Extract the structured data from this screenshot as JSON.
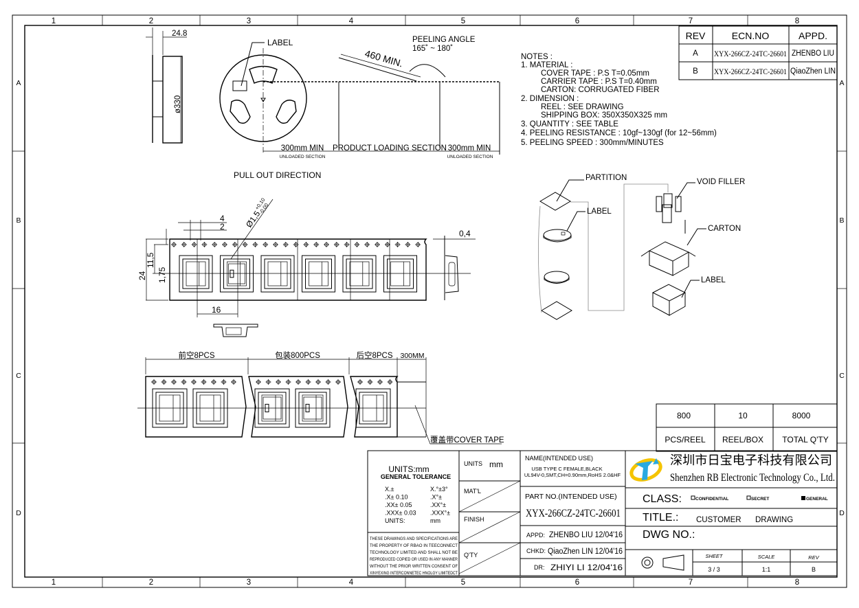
{
  "frame": {
    "columns": [
      "1",
      "2",
      "3",
      "4",
      "5",
      "6",
      "7",
      "8"
    ],
    "rows": [
      "A",
      "B",
      "C",
      "D"
    ]
  },
  "revision_table": {
    "headers": [
      "REV",
      "ECN.NO",
      "APPD."
    ],
    "rows": [
      {
        "rev": "A",
        "ecn": "XYX-266CZ-24TC-26601",
        "appd": "ZHENBO LIU"
      },
      {
        "rev": "B",
        "ecn": "XYX-266CZ-24TC-26601",
        "appd": "QiaoZhen LIN"
      }
    ]
  },
  "reel_view": {
    "width_dim": "24.8",
    "diameter_dim": "ø330",
    "label": "LABEL",
    "peeling_angle_title": "PEELING ANGLE",
    "peeling_angle_value": "165˚ ~ 180˚",
    "length_dim": "460 MIN.",
    "sections": [
      {
        "dim": "300mm MIN",
        "name": "UNLOADED SECTION"
      },
      {
        "dim": "PRODUCT LOADING SECTION",
        "name": ""
      },
      {
        "dim": "300mm MIN",
        "name": "UNLOADED SECTION"
      }
    ]
  },
  "notes": {
    "title": "NOTES :",
    "lines": [
      "1. MATERIAL :",
      "COVER TAPE : P.S T=0.05mm",
      "CARRIER TAPE : P.S T=0.40mm",
      "CARTON: CORRUGATED FIBER",
      "2. DIMENSION :",
      "REEL : SEE DRAWING",
      "SHIPPING BOX: 350X350X325 mm",
      "3. QUANTITY : SEE TABLE",
      "4. PEELING RESISTANCE : 10gf~130gf  (for 12~56mm)",
      "5. PEELING SPEED : 300mm/MINUTES"
    ]
  },
  "tape_view": {
    "pull_direction": "PULL OUT DIRECTION",
    "dim_4": "4",
    "dim_2": "2",
    "hole_dia": "Ø1,5",
    "hole_tol_plus": "+0,10",
    "hole_tol_minus": "-0,00",
    "dim_24": "24",
    "dim_11_5": "11,5",
    "dim_1_75": "1,75",
    "dim_16": "16",
    "dim_0_4": "0,4"
  },
  "packing_diagram": {
    "labels": [
      "PARTITION",
      "LABEL",
      "VOID FILLER",
      "CARTON",
      "LABEL"
    ]
  },
  "tape_layout": {
    "leader": "前空8PCS",
    "loaded": "包装800PCS",
    "trailer": "后空8PCS",
    "extra": "300MM",
    "cover_tape": "覆盖带COVER TAPE"
  },
  "quantity_table": {
    "values": [
      "800",
      "10",
      "8000"
    ],
    "labels": [
      "PCS/REEL",
      "REEL/BOX",
      "TOTAL Q'TY"
    ]
  },
  "title_block": {
    "units_title": "UNITS:mm",
    "tolerance_title": "GENERAL TOLERANCE",
    "tolerances": [
      [
        "X.±",
        "X.°±3°"
      ],
      [
        ".X± 0.10",
        ".X°±"
      ],
      [
        ".XX± 0.05",
        ".XX°±"
      ],
      [
        ".XXX± 0.03",
        ".XXX°±"
      ],
      [
        "UNITS:",
        "mm"
      ]
    ],
    "disclaimer": [
      "THESE DRAWINGS AND SPECIFICATIONS ARE",
      "THE PROPERTY OF RBAO IN TEECONNECT",
      "TECHNOLOGY LIMITED AND SHALL NOT BE",
      "REPRODUCED COPIED OR USED IN ANY MANNER",
      "WITHOUT THE PRIOR  WRITTEN CONSENT OF",
      "XINYEXING INTERCONNETEC HNOLGY LIMITEDCT"
    ],
    "units_label": "UNITS",
    "units_value": "mm",
    "matl_label": "MAT'L",
    "finish_label": "FINISH",
    "qty_label": "Q'TY",
    "name_label": "NAME(INTENDED USE)",
    "name_line1": "USB TYPE C FEMALE,BLACK",
    "name_line2": "UL94V-0,SMT,CH=0.90mm,RoHS 2.0&HF",
    "part_label": "PART NO.(INTENDED USE)",
    "part_no": "XYX-266CZ-24TC-26601",
    "appd_label": "APPD:",
    "appd_value": "ZHENBO LIU 12/04'16",
    "chkd_label": "CHKD:",
    "chkd_value": "QiaoZhen LIN 12/04'16",
    "dr_label": "DR:",
    "dr_value": "ZHIYI LI  12/04'16",
    "company_cn": "深圳市日宝电子科技有限公司",
    "company_en": "Shenzhen RB Electronic Technology Co., Ltd.",
    "class_label": "CLASS:",
    "class_options": [
      "CONFIDENTIAL",
      "SECRET",
      "GENERAL"
    ],
    "class_selected": "GENERAL",
    "title_label": "TITLE.:",
    "title_value1": "CUSTOMER",
    "title_value2": "DRAWING",
    "dwg_label": "DWG NO.:",
    "sheet_label": "SHEET",
    "sheet_value": "3 / 3",
    "scale_label": "SCALE",
    "scale_value": "1:1",
    "rev_label": "REV",
    "rev_value": "B"
  },
  "colors": {
    "line": "#000000",
    "logo_yellow": "#f5c400",
    "logo_blue": "#29a9e1"
  }
}
